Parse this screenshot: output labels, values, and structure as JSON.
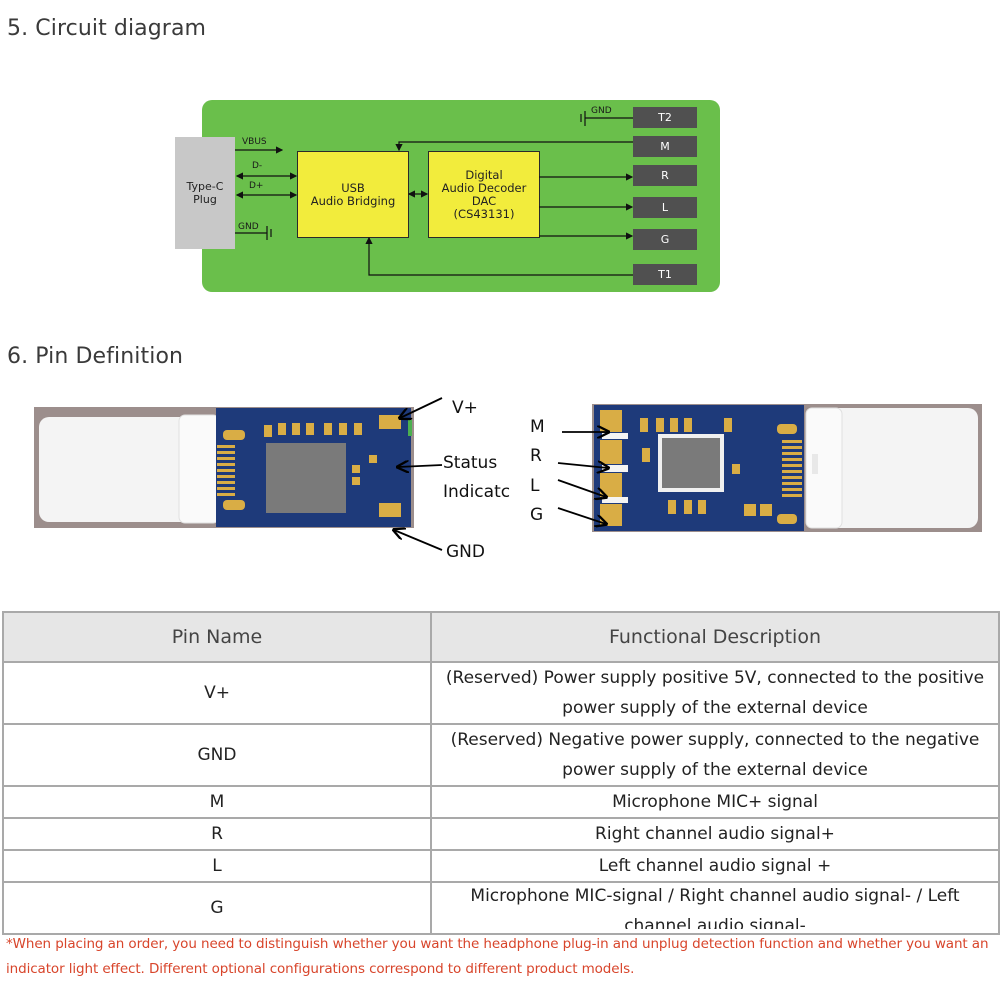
{
  "sections": {
    "circuit_title": "5. Circuit diagram",
    "pin_title": "6. Pin Definition"
  },
  "circuit": {
    "plug_label": "Type-C\nPlug",
    "usb_chip": "USB\nAudio Bridging",
    "dac_chip": "Digital\nAudio Decoder\nDAC\n(CS43131)",
    "signals": {
      "vbus": "VBUS",
      "dminus": "D-",
      "dplus": "D+",
      "gnd_left": "GND",
      "gnd_right": "GND"
    },
    "pins": [
      "T2",
      "M",
      "R",
      "L",
      "G",
      "T1"
    ],
    "colors": {
      "board": "#6abf4b",
      "chip": "#f2ec3c",
      "pin": "#505050",
      "plug": "#c8c8c8"
    }
  },
  "pcb": {
    "left_callouts": {
      "vplus": "V+",
      "status_line1": "Status",
      "status_line2": "Indicatc",
      "gnd": "GND"
    },
    "right_callouts": [
      "M",
      "R",
      "L",
      "G"
    ],
    "colors": {
      "pcb": "#1e3a7a",
      "pad": "#d9ad45",
      "chip": "#7a7a7a",
      "connector": "#f4f4f4",
      "casing": "#9c8e8c"
    }
  },
  "table": {
    "headers": [
      "Pin Name",
      "Functional Description"
    ],
    "rows": [
      {
        "name": "V+",
        "desc": "(Reserved) Power supply positive 5V, connected to the positive power supply of the external device"
      },
      {
        "name": "GND",
        "desc": "(Reserved) Negative power supply, connected to the negative power supply of the external device"
      },
      {
        "name": "M",
        "desc": "Microphone MIC+ signal"
      },
      {
        "name": "R",
        "desc": "Right channel audio signal+"
      },
      {
        "name": "L",
        "desc": "Left channel audio signal +"
      },
      {
        "name": "G",
        "desc": "Microphone MIC-signal / Right channel audio signal- / Left channel audio signal-"
      }
    ]
  },
  "note": "*When placing an order, you need to distinguish whether you want the headphone plug-in and unplug detection function and whether you want an indicator light effect. Different optional configurations correspond to different product models."
}
